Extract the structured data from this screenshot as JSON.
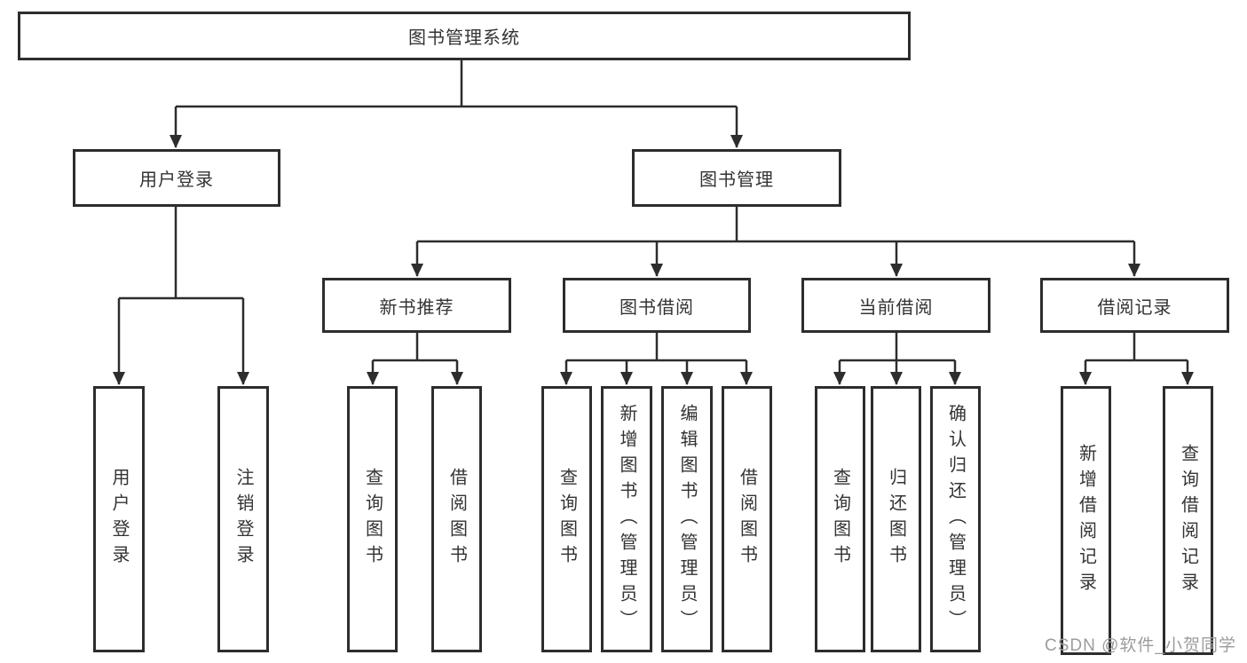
{
  "diagram": {
    "root": {
      "label": "图书管理系统"
    },
    "branches": {
      "user_login": {
        "label": "用户登录",
        "children": {
          "login": {
            "label": "用户登录"
          },
          "logout": {
            "label": "注销登录"
          }
        }
      },
      "book_management": {
        "label": "图书管理",
        "children": {
          "new_book_recommend": {
            "label": "新书推荐",
            "children": {
              "query_books": {
                "label": "查询图书"
              },
              "borrow_books": {
                "label": "借阅图书"
              }
            }
          },
          "book_borrowing": {
            "label": "图书借阅",
            "children": {
              "query_books": {
                "label": "查询图书"
              },
              "add_books_admin": {
                "label": "新增图书（管理员）"
              },
              "edit_books_admin": {
                "label": "编辑图书（管理员）"
              },
              "borrow_books": {
                "label": "借阅图书"
              }
            }
          },
          "current_borrowing": {
            "label": "当前借阅",
            "children": {
              "query_books": {
                "label": "查询图书"
              },
              "return_books": {
                "label": "归还图书"
              },
              "confirm_return_admin": {
                "label": "确认归还（管理员）"
              }
            }
          },
          "borrowing_records": {
            "label": "借阅记录",
            "children": {
              "add_borrow_record": {
                "label": "新增借阅记录"
              },
              "query_borrow_record": {
                "label": "查询借阅记录"
              }
            }
          }
        }
      }
    }
  },
  "watermark": {
    "text": "CSDN @软件_小贺同学"
  },
  "colors": {
    "line": "#2d2d2d",
    "box_border": "#2d2d2d",
    "text": "#333333",
    "background": "#ffffff",
    "watermark": "#9c9c9c"
  }
}
